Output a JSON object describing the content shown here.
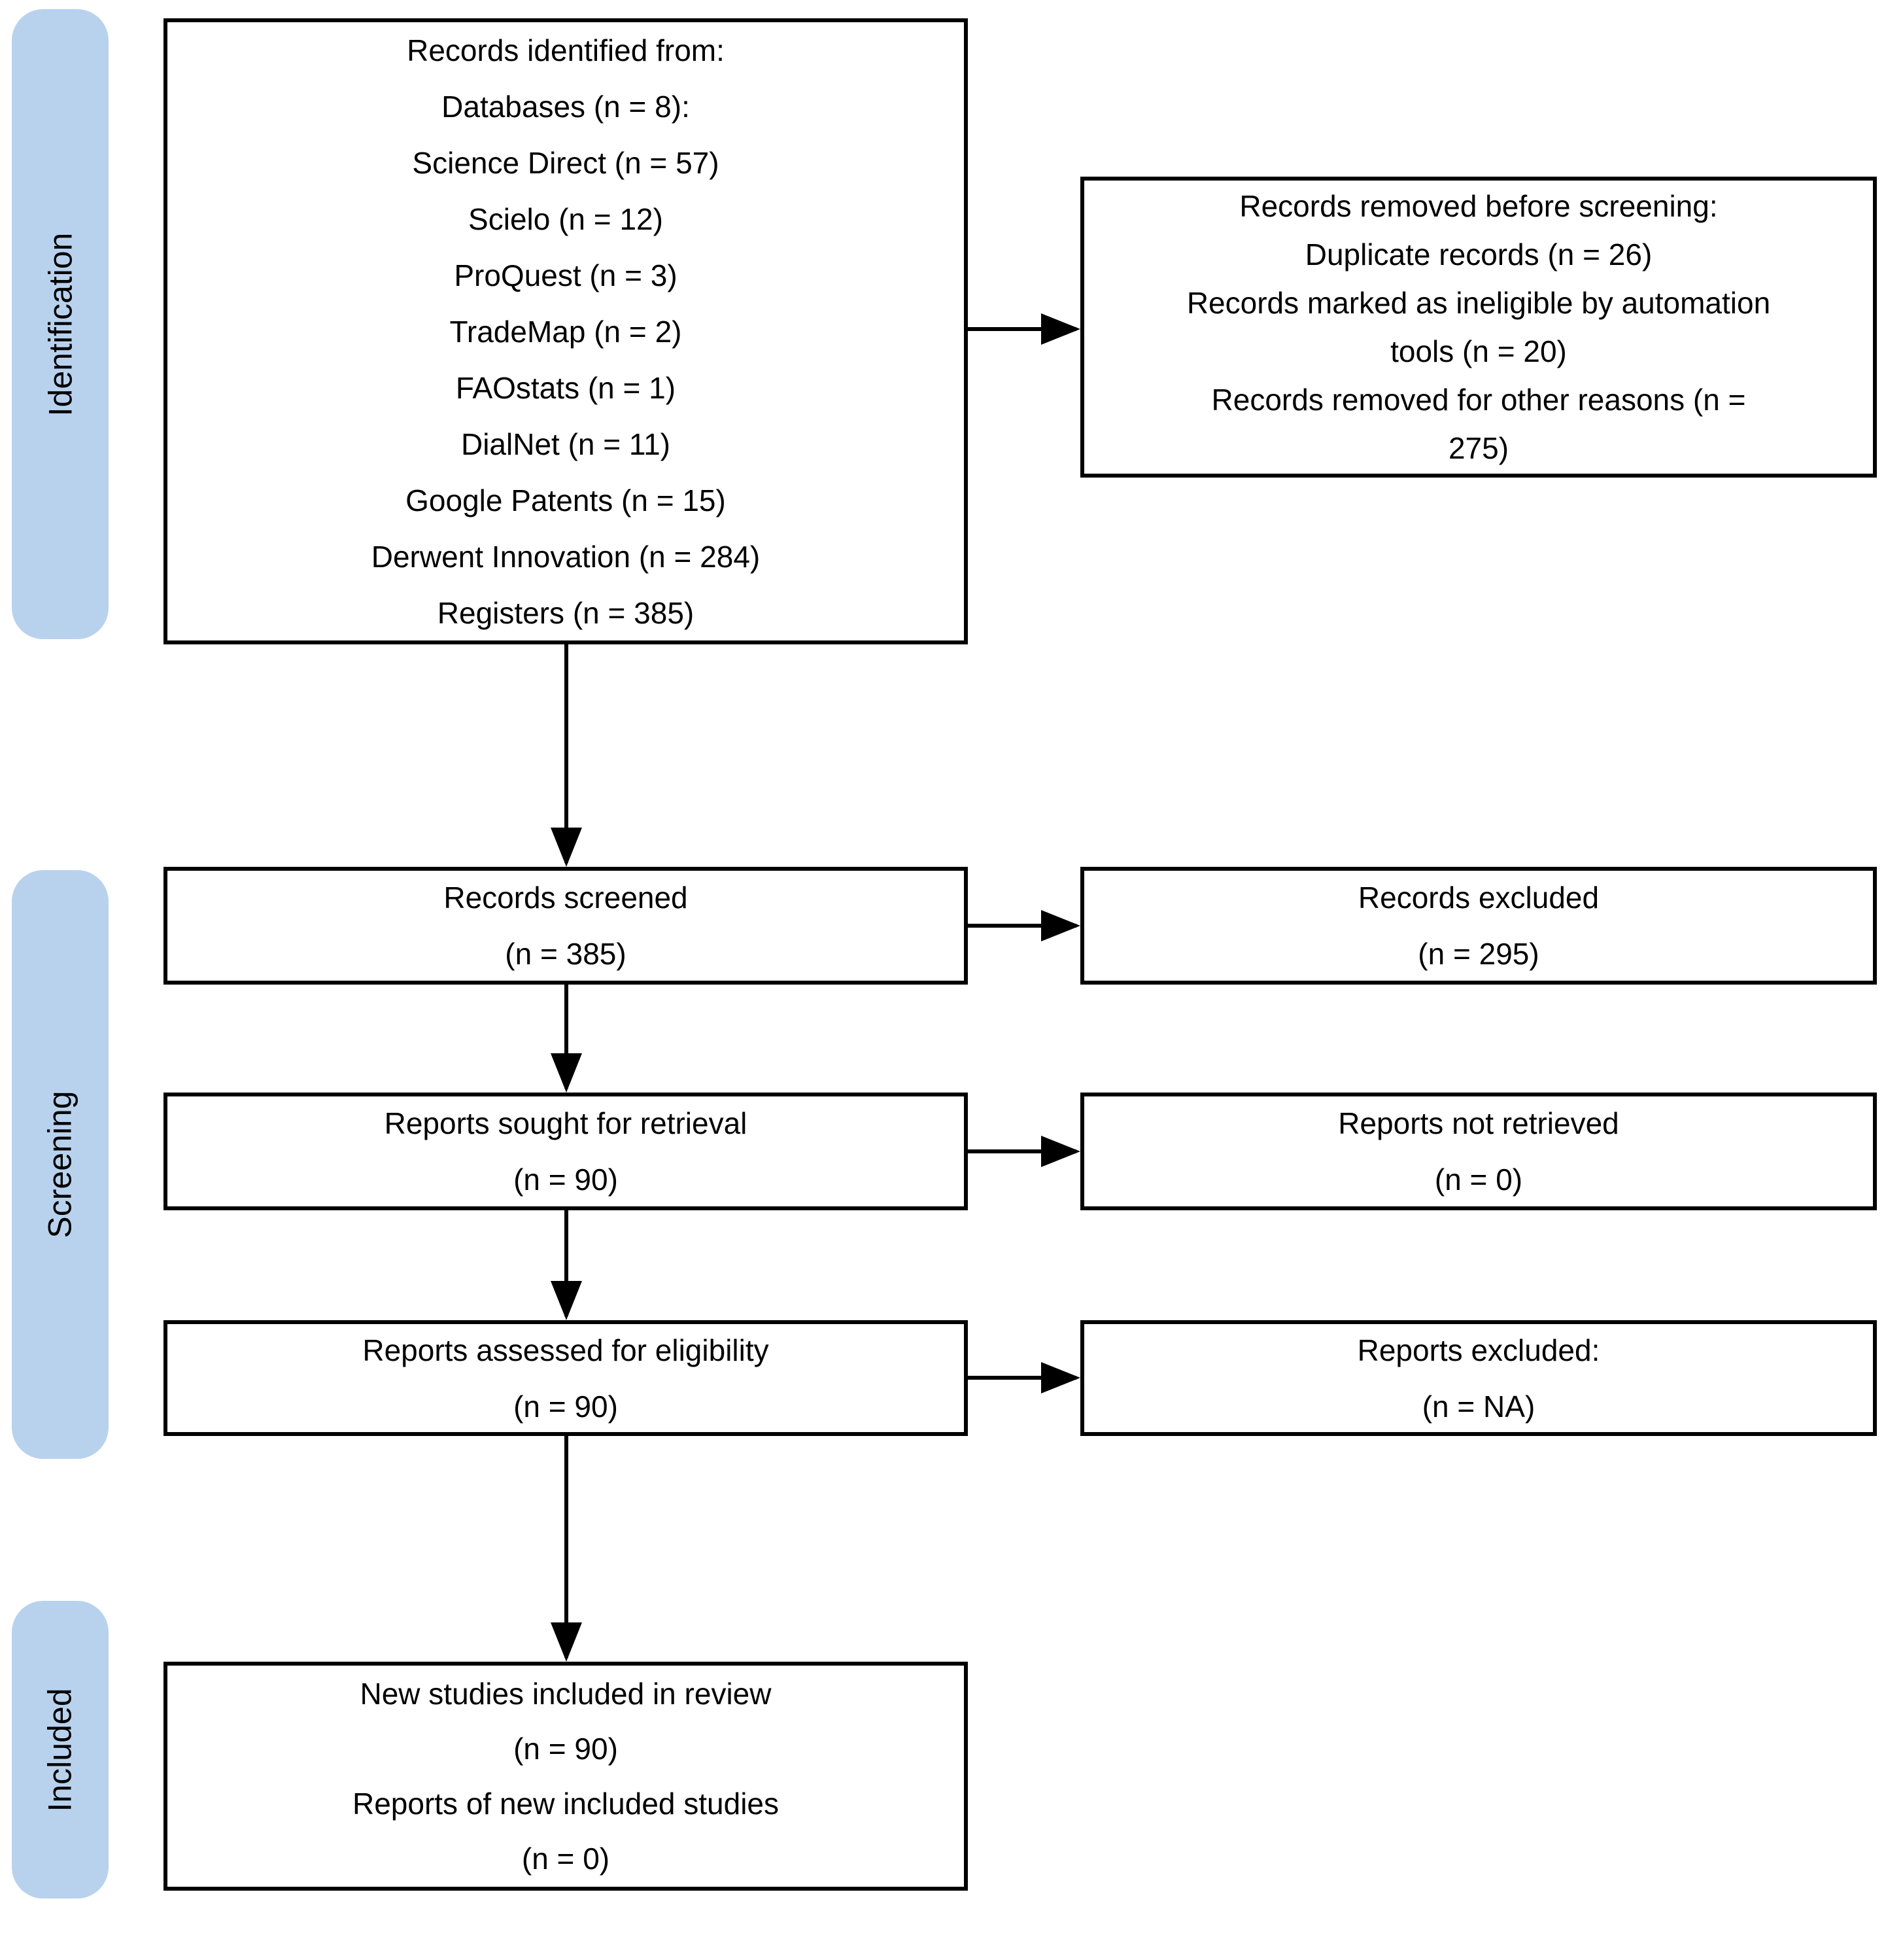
{
  "colors": {
    "stage_fill": "#b8d2ee",
    "box_border": "#000000",
    "text": "#000000",
    "arrow": "#000000",
    "background": "#ffffff"
  },
  "stages": [
    {
      "label": "Identification"
    },
    {
      "label": "Screening"
    },
    {
      "label": "Included"
    }
  ],
  "boxes": {
    "records_identified": {
      "lines": [
        "Records identified from:",
        "Databases (n = 8):",
        "Science Direct (n = 57)",
        "Scielo (n = 12)",
        "ProQuest (n = 3)",
        "TradeMap (n = 2)",
        "FAOstats (n = 1)",
        "DialNet (n = 11)",
        "Google Patents (n = 15)",
        "Derwent Innovation (n = 284)",
        "Registers (n = 385)"
      ]
    },
    "records_removed": {
      "lines": [
        "Records removed before screening:",
        "Duplicate records (n = 26)",
        "Records marked as ineligible by automation",
        "tools (n = 20)",
        "Records removed for other reasons (n =",
        "275)"
      ]
    },
    "records_screened": {
      "lines": [
        "Records screened",
        "(n = 385)"
      ]
    },
    "records_excluded": {
      "lines": [
        "Records excluded",
        "(n = 295)"
      ]
    },
    "reports_sought": {
      "lines": [
        "Reports sought for retrieval",
        "(n = 90)"
      ]
    },
    "reports_not_retrieved": {
      "lines": [
        "Reports not retrieved",
        "(n = 0)"
      ]
    },
    "reports_assessed": {
      "lines": [
        "Reports assessed for eligibility",
        "(n = 90)"
      ]
    },
    "reports_excluded": {
      "lines": [
        "Reports excluded:",
        "(n = NA)"
      ]
    },
    "new_studies": {
      "lines": [
        "New studies included in review",
        "(n = 90)",
        "Reports of new included studies",
        "(n = 0)"
      ]
    }
  }
}
